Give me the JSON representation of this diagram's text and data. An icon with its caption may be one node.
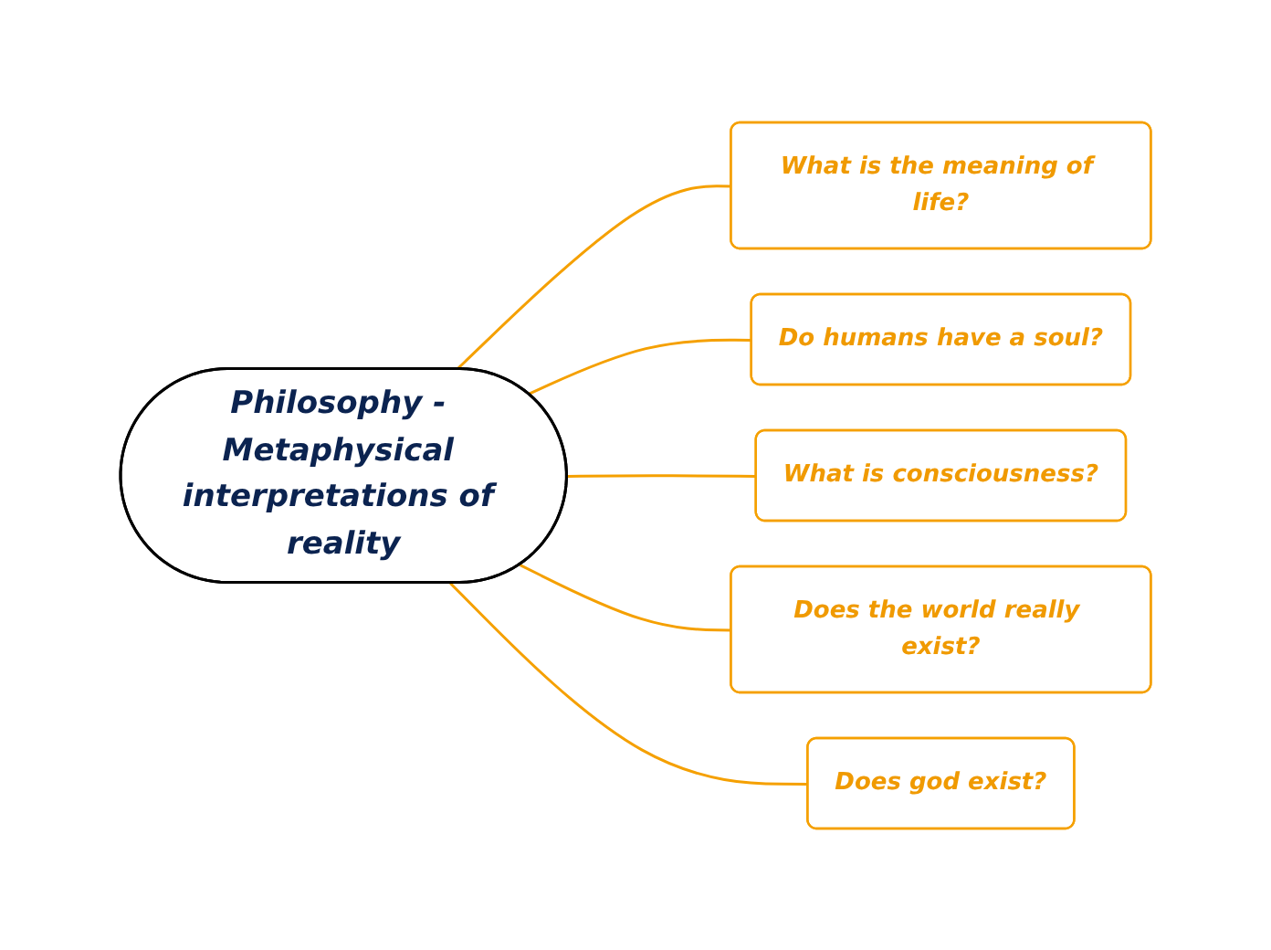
{
  "diagram": {
    "nodes": [
      {
        "text": [
          "Philosophy - Metaphysical interpretations of reality"
        ]
      },
      {
        "text": [
          "What is the meaning of life?"
        ]
      },
      {
        "text": [
          "Do humans have a soul?"
        ]
      },
      {
        "text": [
          "What is consciousness?"
        ]
      },
      {
        "text": [
          "Does the world really exist?"
        ]
      },
      {
        "text": [
          "Does god exist?"
        ]
      }
    ],
    "edges": [
      {
        "from": 0,
        "to": 1,
        "arrow": "none"
      },
      {
        "from": 0,
        "to": 2,
        "arrow": "none"
      },
      {
        "from": 0,
        "to": 3,
        "arrow": "none"
      },
      {
        "from": 0,
        "to": 4,
        "arrow": "none"
      },
      {
        "from": 0,
        "to": 5,
        "arrow": "none"
      }
    ]
  }
}
